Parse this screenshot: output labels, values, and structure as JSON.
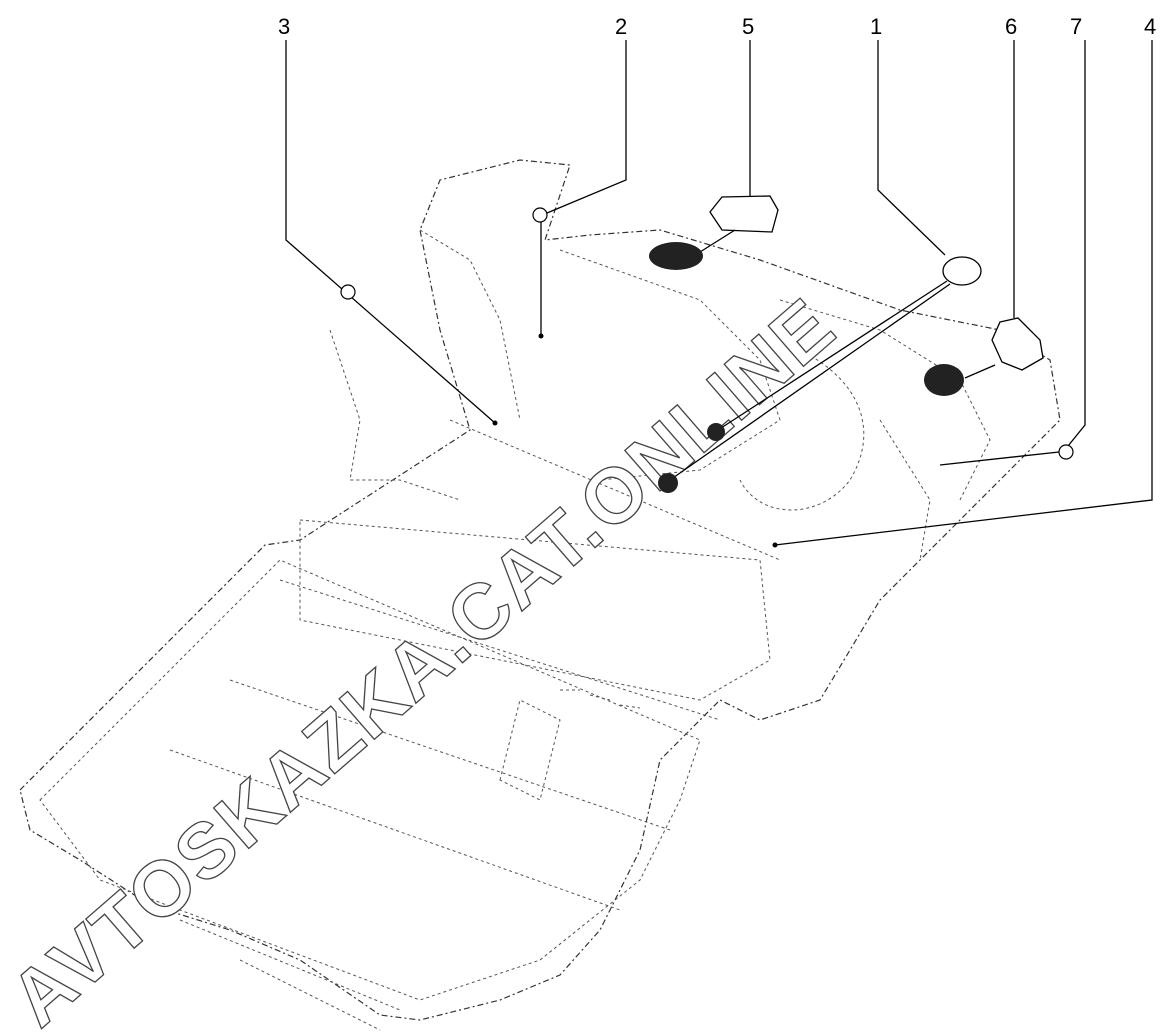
{
  "diagram": {
    "callouts": [
      {
        "id": "3",
        "label": "3"
      },
      {
        "id": "2",
        "label": "2"
      },
      {
        "id": "5",
        "label": "5"
      },
      {
        "id": "1",
        "label": "1"
      },
      {
        "id": "6",
        "label": "6"
      },
      {
        "id": "7",
        "label": "7"
      },
      {
        "id": "4",
        "label": "4"
      }
    ],
    "watermark": "AVTOSKAZKA.CAT.ONLINE"
  }
}
